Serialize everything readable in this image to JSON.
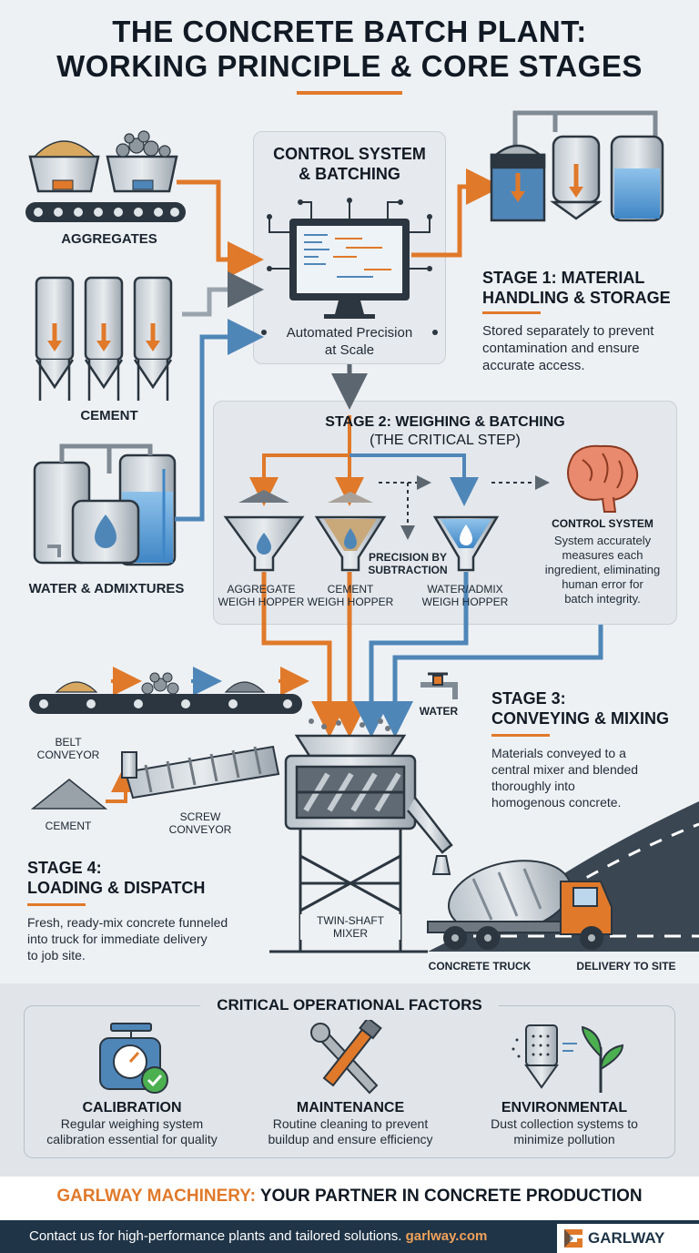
{
  "header": {
    "title_line1": "THE CONCRETE BATCH PLANT:",
    "title_line2": "WORKING PRINCIPLE & CORE STAGES"
  },
  "control": {
    "title_line1": "CONTROL SYSTEM",
    "title_line2": "& BATCHING",
    "caption_line1": "Automated Precision",
    "caption_line2": "at Scale"
  },
  "inputs": {
    "aggregates": "AGGREGATES",
    "cement": "CEMENT",
    "water": "WATER & ADMIXTURES"
  },
  "stage1": {
    "title_line1": "STAGE 1: MATERIAL",
    "title_line2": "HANDLING & STORAGE",
    "text_line1": "Stored separately to prevent",
    "text_line2": "contamination and ensure",
    "text_line3": "accurate access."
  },
  "stage2": {
    "title_line1": "STAGE 2: WEIGHING & BATCHING",
    "title_line2": "(THE CRITICAL STEP)",
    "hopper1_line1": "AGGREGATE",
    "hopper1_line2": "WEIGH HOPPER",
    "hopper2_line1": "CEMENT",
    "hopper2_line2": "WEIGH HOPPER",
    "hopper3_line1": "WATER/ADMIX",
    "hopper3_line2": "WEIGH HOPPER",
    "precision_line1": "PRECISION BY",
    "precision_line2": "SUBTRACTION",
    "ctrl_title": "CONTROL SYSTEM",
    "ctrl_line1": "System accurately",
    "ctrl_line2": "measures each",
    "ctrl_line3": "ingredient, eliminating",
    "ctrl_line4": "human error for",
    "ctrl_line5": "batch integrity."
  },
  "stage3": {
    "title_line1": "STAGE 3:",
    "title_line2": "CONVEYING & MIXING",
    "text_line1": "Materials conveyed to a",
    "text_line2": "central mixer and blended",
    "text_line3": "thoroughly into",
    "text_line4": "homogenous concrete.",
    "water": "WATER",
    "belt_line1": "BELT",
    "belt_line2": "CONVEYOR",
    "cement": "CEMENT",
    "screw_line1": "SCREW",
    "screw_line2": "CONVEYOR",
    "mixer_line1": "TWIN-SHAFT",
    "mixer_line2": "MIXER"
  },
  "stage4": {
    "title_line1": "STAGE 4:",
    "title_line2": "LOADING & DISPATCH",
    "text_line1": "Fresh, ready-mix concrete funneled",
    "text_line2": "into truck for immediate delivery",
    "text_line3": "to job site.",
    "truck": "CONCRETE TRUCK",
    "delivery": "DELIVERY TO SITE"
  },
  "factors": {
    "heading": "CRITICAL OPERATIONAL FACTORS",
    "items": [
      {
        "title": "CALIBRATION",
        "line1": "Regular weighing system",
        "line2": "calibration essential for quality",
        "icon": "scale-icon"
      },
      {
        "title": "MAINTENANCE",
        "line1": "Routine cleaning to prevent",
        "line2": "buildup and ensure efficiency",
        "icon": "wrench-brush-icon"
      },
      {
        "title": "ENVIRONMENTAL",
        "line1": "Dust collection systems to",
        "line2": "minimize pollution",
        "icon": "plant-filter-icon"
      }
    ]
  },
  "footer": {
    "brand": "GARLWAY MACHINERY:",
    "tagline": " YOUR PARTNER IN CONCRETE PRODUCTION",
    "contact": "Contact us for high-performance plants and tailored solutions. ",
    "url": "garlway.com",
    "logo": "GARLWAY"
  },
  "colors": {
    "accent_orange": "#e0792a",
    "accent_blue": "#4f86b8",
    "dark": "#111a24",
    "footer_bg": "#1f3447"
  }
}
